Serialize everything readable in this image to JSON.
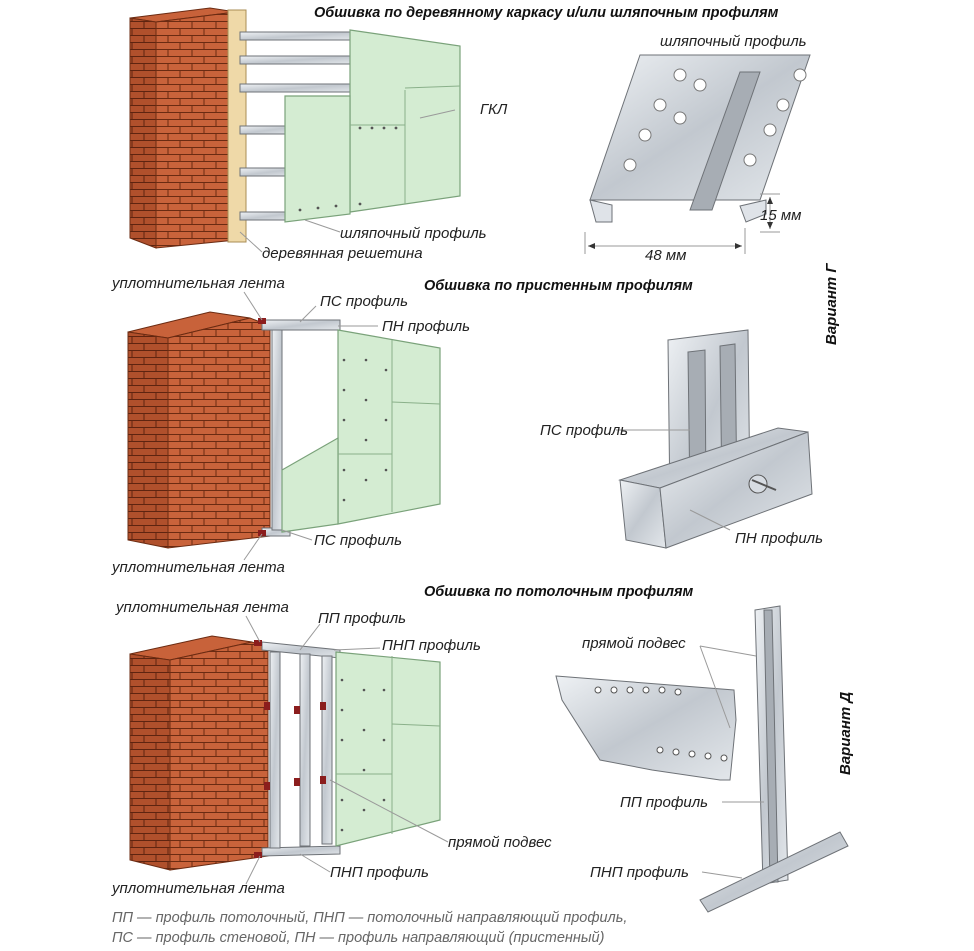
{
  "titles": {
    "section1": "Обшивка по деревянному каркасу и/или шляпочным профилям",
    "section2": "Обшивка по пристенным профилям",
    "section3": "Обшивка по потолочным профилям"
  },
  "variants": {
    "g": "Вариант Г",
    "d": "Вариант Д"
  },
  "labels": {
    "s1_hat_profile_top": "шляпочный профиль",
    "s1_gkl": "ГКЛ",
    "s1_hat_profile": "шляпочный профиль",
    "s1_wood_lath": "деревянная решетина",
    "s1_dim_height": "15 мм",
    "s1_dim_width": "48 мм",
    "s2_seal_tape_top": "уплотнительная лента",
    "s2_ps_top": "ПС  профиль",
    "s2_pn_top": "ПН  профиль",
    "s2_ps_detail": "ПС  профиль",
    "s2_ps_bottom": "ПС  профиль",
    "s2_pn_detail": "ПН  профиль",
    "s2_seal_tape_bottom": "уплотнительная лента",
    "s3_seal_tape_top": "уплотнительная лента",
    "s3_pp_top": "ПП  профиль",
    "s3_pnp_top": "ПНП  профиль",
    "s3_direct_hanger_detail": "прямой подвес",
    "s3_direct_hanger": "прямой подвес",
    "s3_pp_detail": "ПП  профиль",
    "s3_pnp_bottom": "ПНП  профиль",
    "s3_pnp_detail": "ПНП  профиль",
    "s3_seal_tape_bottom": "уплотнительная лента"
  },
  "legend": {
    "line1": "ПП — профиль потолочный, ПНП — потолочный направляющий профиль,",
    "line2": "ПС — профиль стеновой, ПН — профиль направляющий (пристенный)"
  },
  "colors": {
    "brick": "#c9633b",
    "mortar": "#6b2b12",
    "gypsum_board": "#d4ecd2",
    "metal": "#c9ced4",
    "wood": "#efd9a8",
    "seal_tape": "#8b1d1d"
  }
}
